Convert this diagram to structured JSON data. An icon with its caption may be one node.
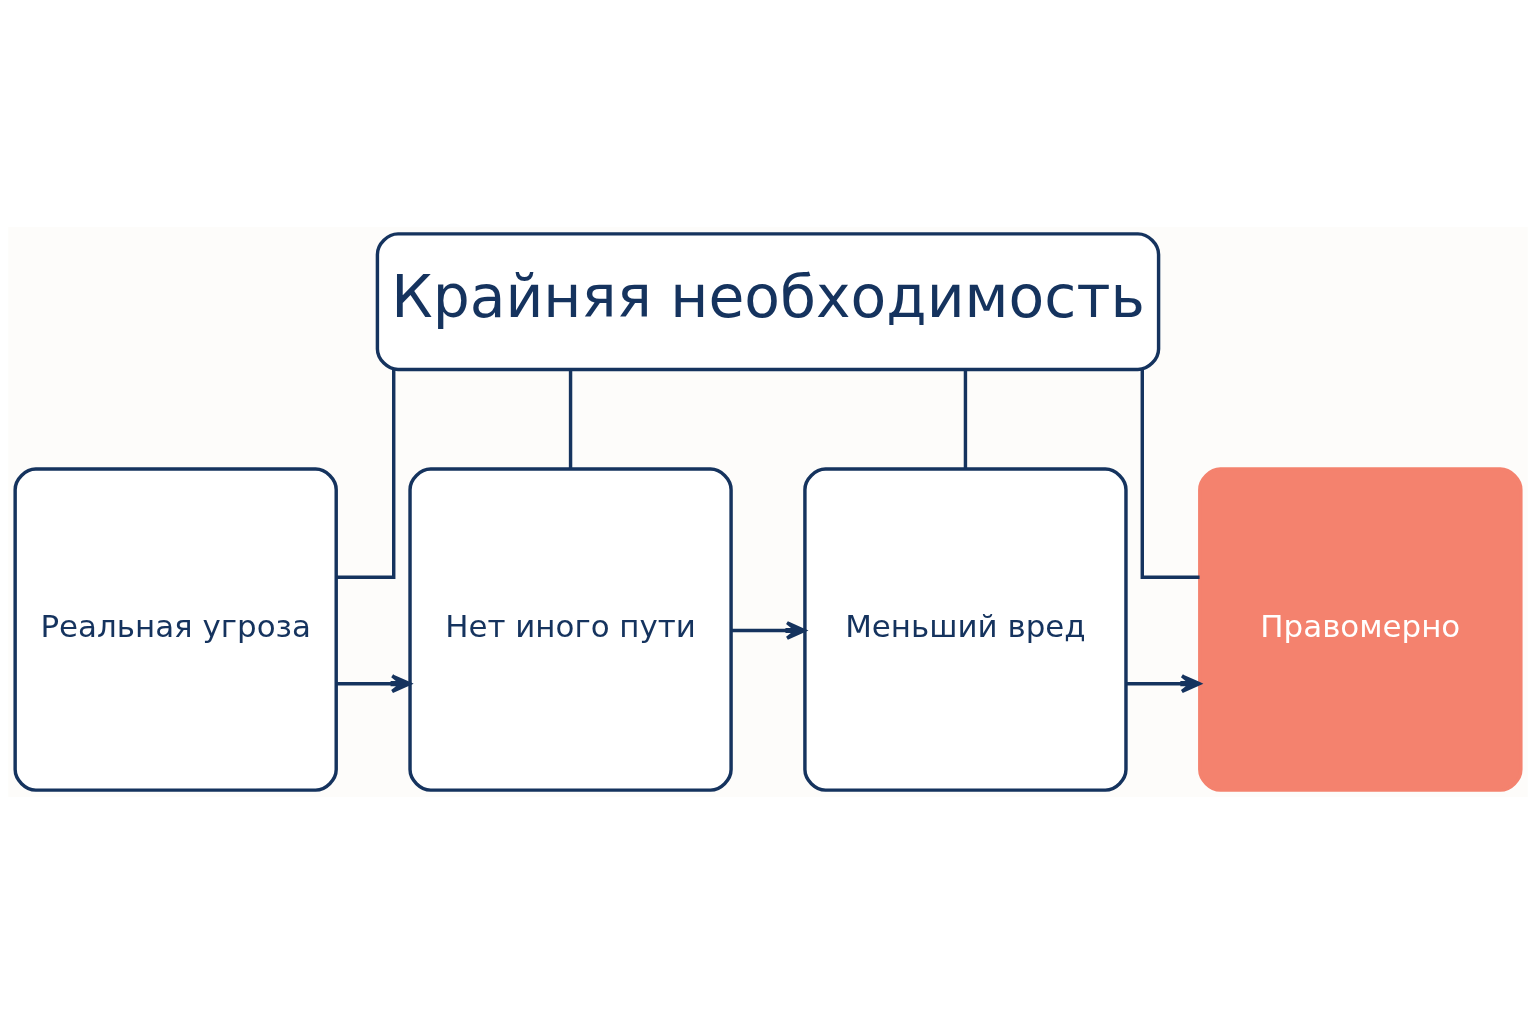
{
  "diagram": {
    "nodes": [
      {
        "text": [
          "Крайняя необходимость"
        ]
      },
      {
        "text": [
          "Реальная угроза"
        ]
      },
      {
        "text": [
          "Нет иного пути"
        ]
      },
      {
        "text": [
          "Меньший вред"
        ]
      },
      {
        "text": [
          "Правомерно"
        ]
      }
    ],
    "edges": [
      {
        "from": 0,
        "to": 1,
        "arrow": "none"
      },
      {
        "from": 0,
        "to": 2,
        "arrow": "none"
      },
      {
        "from": 0,
        "to": 3,
        "arrow": "none"
      },
      {
        "from": 0,
        "to": 4,
        "arrow": "none"
      },
      {
        "from": 1,
        "to": 2,
        "arrow": "to"
      },
      {
        "from": 2,
        "to": 3,
        "arrow": "to"
      },
      {
        "from": 3,
        "to": 4,
        "arrow": "to"
      }
    ]
  }
}
